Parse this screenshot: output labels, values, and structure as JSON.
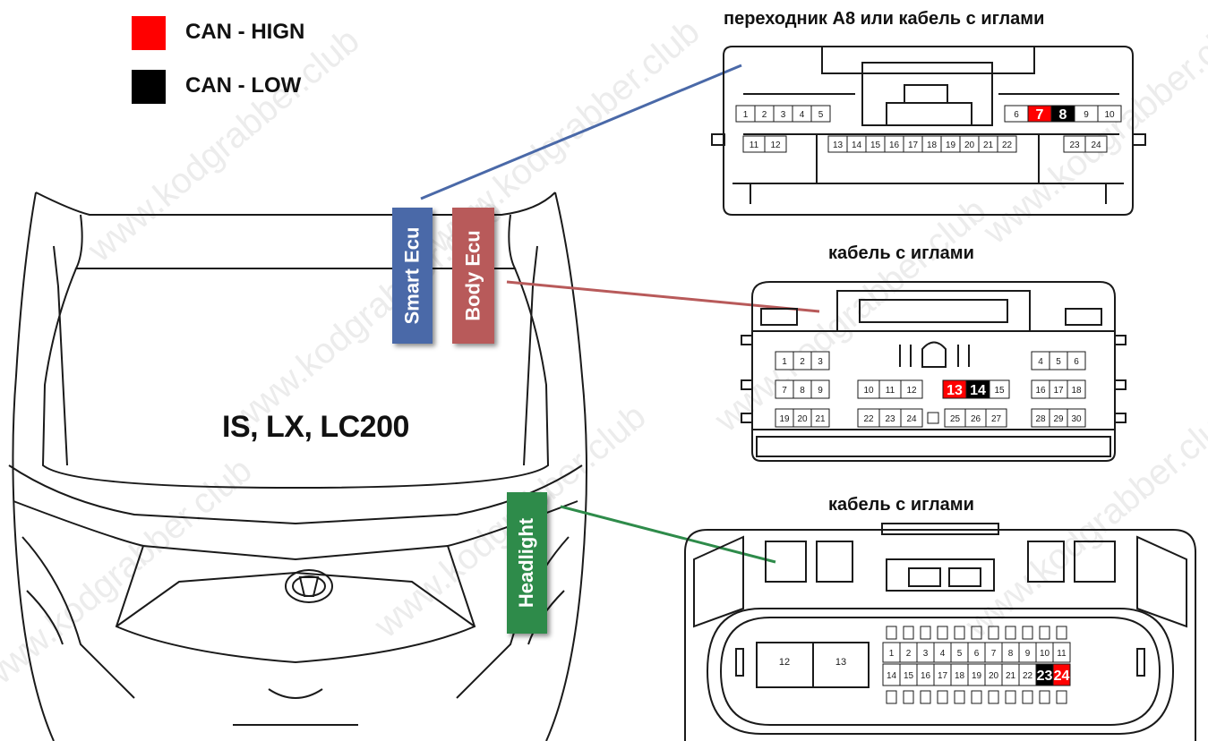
{
  "legend": {
    "items": [
      {
        "label": "CAN - HIGN",
        "color": "#ff0000"
      },
      {
        "label": "CAN - LOW",
        "color": "#000000"
      }
    ]
  },
  "car": {
    "title": "IS, LX, LC200"
  },
  "ecus": {
    "smart": {
      "label": "Smart Ecu",
      "color": "#4a69a8",
      "line_color": "#4a69a8"
    },
    "body": {
      "label": "Body Ecu",
      "color": "#b85a5a",
      "line_color": "#b85a5a"
    },
    "headlight": {
      "label": "Headlight",
      "color": "#2e8b4a",
      "line_color": "#2e8b4a"
    }
  },
  "connectors": {
    "smart": {
      "title": "переходник A8 или кабель с иглами",
      "row1_left": [
        "1",
        "2",
        "3",
        "4",
        "5"
      ],
      "row1_right": [
        "6",
        "7",
        "8",
        "9",
        "10"
      ],
      "row2_left": [
        "11",
        "12"
      ],
      "row2_mid": [
        "13",
        "14",
        "15",
        "16",
        "17",
        "18",
        "19",
        "20",
        "21",
        "22"
      ],
      "row2_right": [
        "23",
        "24"
      ],
      "can_high": "7",
      "can_low": "8"
    },
    "body": {
      "title": "кабель с иглами",
      "row1_left": [
        "1",
        "2",
        "3"
      ],
      "row1_right": [
        "4",
        "5",
        "6"
      ],
      "row2_left": [
        "7",
        "8",
        "9"
      ],
      "row2_mid": [
        "10",
        "11",
        "12"
      ],
      "row2_can": [
        "13",
        "14"
      ],
      "row2_after": [
        "15"
      ],
      "row2_right": [
        "16",
        "17",
        "18"
      ],
      "row3_left": [
        "19",
        "20",
        "21"
      ],
      "row3_mid1": [
        "22",
        "23",
        "24"
      ],
      "row3_mid2": [
        "25",
        "26",
        "27"
      ],
      "row3_right": [
        "28",
        "29",
        "30"
      ],
      "can_high": "13",
      "can_low": "14"
    },
    "headlight": {
      "title": "кабель с иглами",
      "big_pins": [
        "12",
        "13"
      ],
      "row1": [
        "1",
        "2",
        "3",
        "4",
        "5",
        "6",
        "7",
        "8",
        "9",
        "10",
        "11"
      ],
      "row2": [
        "14",
        "15",
        "16",
        "17",
        "18",
        "19",
        "20",
        "21",
        "22",
        "23",
        "24"
      ],
      "can_high": "24",
      "can_low": "23"
    }
  },
  "watermark": "www.kodgrabber.club",
  "colors": {
    "can_high": "#ff0000",
    "can_low": "#000000",
    "outline": "#1a1a1a"
  }
}
